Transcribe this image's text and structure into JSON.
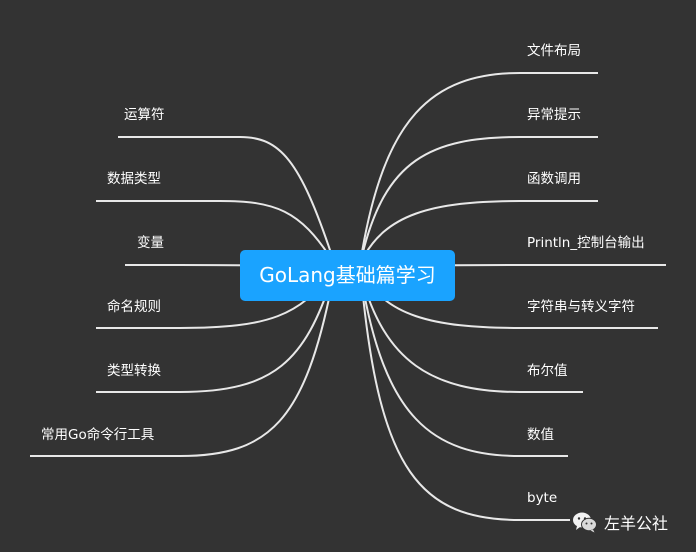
{
  "center": {
    "title": "GoLang基础篇学习",
    "color": "#1aa3ff"
  },
  "left_branches": [
    {
      "label": "运算符"
    },
    {
      "label": "数据类型"
    },
    {
      "label": "变量"
    },
    {
      "label": "命名规则"
    },
    {
      "label": "类型转换"
    },
    {
      "label": "常用Go命令行工具"
    }
  ],
  "right_branches": [
    {
      "label": "文件布局"
    },
    {
      "label": "异常提示"
    },
    {
      "label": "函数调用"
    },
    {
      "label": "Println_控制台输出"
    },
    {
      "label": "字符串与转义字符"
    },
    {
      "label": "布尔值"
    },
    {
      "label": "数值"
    },
    {
      "label": "byte"
    }
  ],
  "watermark": {
    "text": "左羊公社",
    "icon": "wechat-icon"
  },
  "colors": {
    "background": "#333333",
    "line": "#e8e8e8",
    "text": "#ffffff"
  }
}
